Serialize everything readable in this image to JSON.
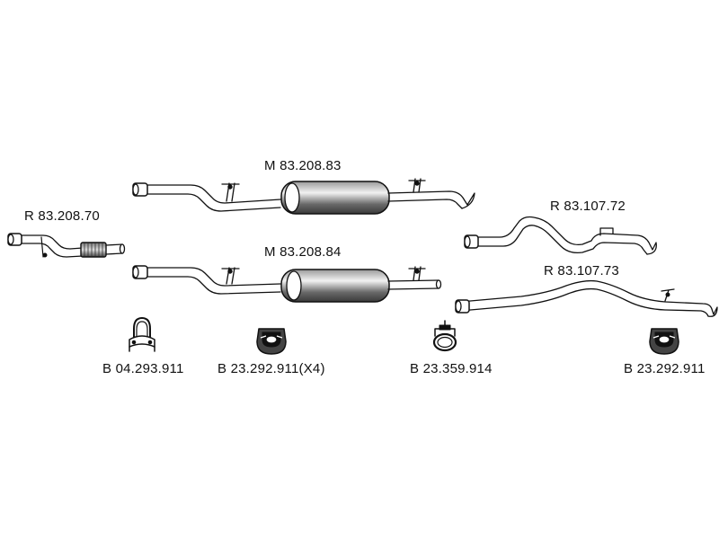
{
  "parts": {
    "m1": {
      "code": "M 83.208.83",
      "type": "middle-silencer"
    },
    "m2": {
      "code": "M 83.208.84",
      "type": "middle-silencer"
    },
    "r70": {
      "code": "R 83.208.70",
      "type": "front-pipe"
    },
    "r72": {
      "code": "R 83.107.72",
      "type": "rear-pipe"
    },
    "r73": {
      "code": "R 83.107.73",
      "type": "rear-pipe"
    },
    "b04": {
      "code": "B 04.293.911",
      "type": "u-clamp"
    },
    "b23a": {
      "code": "B 23.292.911(X4)",
      "type": "rubber-mount"
    },
    "b359": {
      "code": "B 23.359.914",
      "type": "band-clamp"
    },
    "b23b": {
      "code": "B 23.292.911",
      "type": "rubber-mount"
    }
  },
  "colors": {
    "ink": "#111111",
    "fill": "#555555",
    "paper": "#ffffff"
  }
}
